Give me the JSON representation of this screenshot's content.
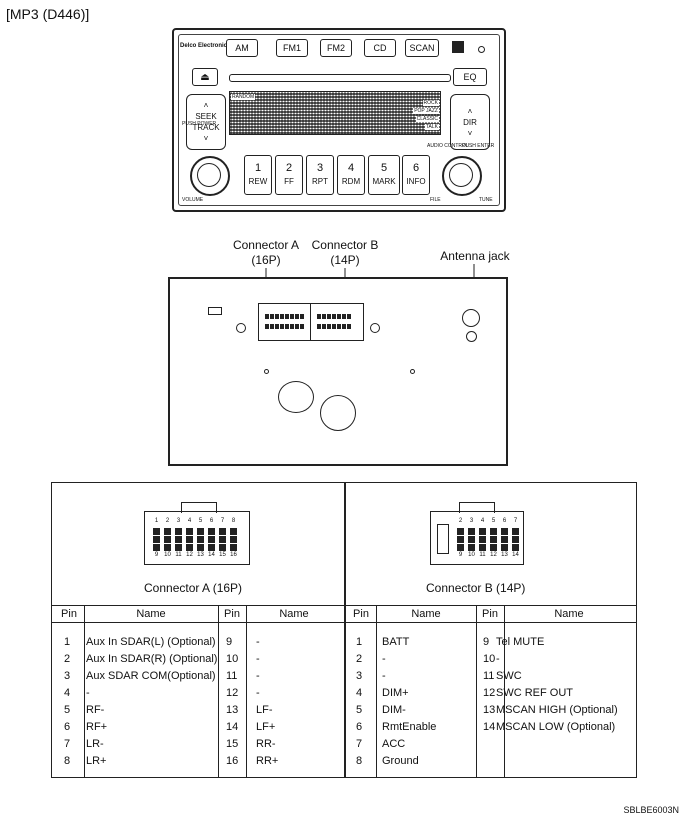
{
  "title": "[MP3 (D446)]",
  "figure_code": "SBLBE6003N",
  "head_unit": {
    "brand": "Delco Electronics",
    "top_buttons": [
      "AM",
      "FM1",
      "FM2",
      "CD",
      "SCAN"
    ],
    "eject_icon": "eject-icon",
    "eq_label": "EQ",
    "seek_label": "SEEK",
    "track_label": "TRACK",
    "dir_label": "DIR",
    "display_left": "RANDOM",
    "display_right_lines": [
      "ROCK",
      "POP JAZZ",
      "CLASSIC",
      "TALK"
    ],
    "push_power": "PUSH POWER",
    "volume": "VOLUME",
    "audio_control": "AUDIO CONTROL",
    "push_enter": "PUSH ENTER",
    "file": "FILE",
    "tune": "TUNE",
    "preset_buttons": [
      {
        "num": "1",
        "label": "REW"
      },
      {
        "num": "2",
        "label": "FF"
      },
      {
        "num": "3",
        "label": "RPT"
      },
      {
        "num": "4",
        "label": "RDM"
      },
      {
        "num": "5",
        "label": "MARK"
      },
      {
        "num": "6",
        "label": "INFO"
      }
    ]
  },
  "rear_panel": {
    "connector_a_callout": [
      "Connector A",
      "(16P)"
    ],
    "connector_b_callout": [
      "Connector B",
      "(14P)"
    ],
    "antenna_callout": "Antenna jack"
  },
  "pinout": {
    "connector_a_caption": "Connector A (16P)",
    "connector_b_caption": "Connector B (14P)",
    "connector_a_top_numbers": [
      "1",
      "2",
      "3",
      "4",
      "5",
      "6",
      "7",
      "8"
    ],
    "connector_a_bottom_numbers": [
      "9",
      "10",
      "11",
      "12",
      "13",
      "14",
      "15",
      "16"
    ],
    "connector_b_top_numbers": [
      "2",
      "3",
      "4",
      "5",
      "6",
      "7"
    ],
    "connector_b_bottom_numbers": [
      "9",
      "10",
      "11",
      "12",
      "13",
      "14"
    ],
    "header_pin": "Pin",
    "header_name": "Name",
    "a_left": [
      {
        "pin": "1",
        "name": "Aux In SDAR(L) (Optional)"
      },
      {
        "pin": "2",
        "name": "Aux In SDAR(R) (Optional)"
      },
      {
        "pin": "3",
        "name": "Aux SDAR COM(Optional)"
      },
      {
        "pin": "4",
        "name": "-"
      },
      {
        "pin": "5",
        "name": "RF-"
      },
      {
        "pin": "6",
        "name": "RF+"
      },
      {
        "pin": "7",
        "name": "LR-"
      },
      {
        "pin": "8",
        "name": "LR+"
      }
    ],
    "a_right": [
      {
        "pin": "9",
        "name": "-"
      },
      {
        "pin": "10",
        "name": "-"
      },
      {
        "pin": "11",
        "name": "-"
      },
      {
        "pin": "12",
        "name": "-"
      },
      {
        "pin": "13",
        "name": "LF-"
      },
      {
        "pin": "14",
        "name": "LF+"
      },
      {
        "pin": "15",
        "name": "RR-"
      },
      {
        "pin": "16",
        "name": "RR+"
      }
    ],
    "b_left": [
      {
        "pin": "1",
        "name": "BATT"
      },
      {
        "pin": "2",
        "name": "-"
      },
      {
        "pin": "3",
        "name": "-"
      },
      {
        "pin": "4",
        "name": "DIM+"
      },
      {
        "pin": "5",
        "name": "DIM-"
      },
      {
        "pin": "6",
        "name": "RmtEnable"
      },
      {
        "pin": "7",
        "name": "ACC"
      },
      {
        "pin": "8",
        "name": "Ground"
      }
    ],
    "b_right": [
      {
        "pin": "9",
        "name": "Tel MUTE"
      },
      {
        "pin": "10",
        "name": "-"
      },
      {
        "pin": "11",
        "name": "SWC"
      },
      {
        "pin": "12",
        "name": "SWC REF OUT"
      },
      {
        "pin": "13",
        "name": "MSCAN HIGH (Optional)"
      },
      {
        "pin": "14",
        "name": "MSCAN LOW (Optional)"
      }
    ]
  }
}
